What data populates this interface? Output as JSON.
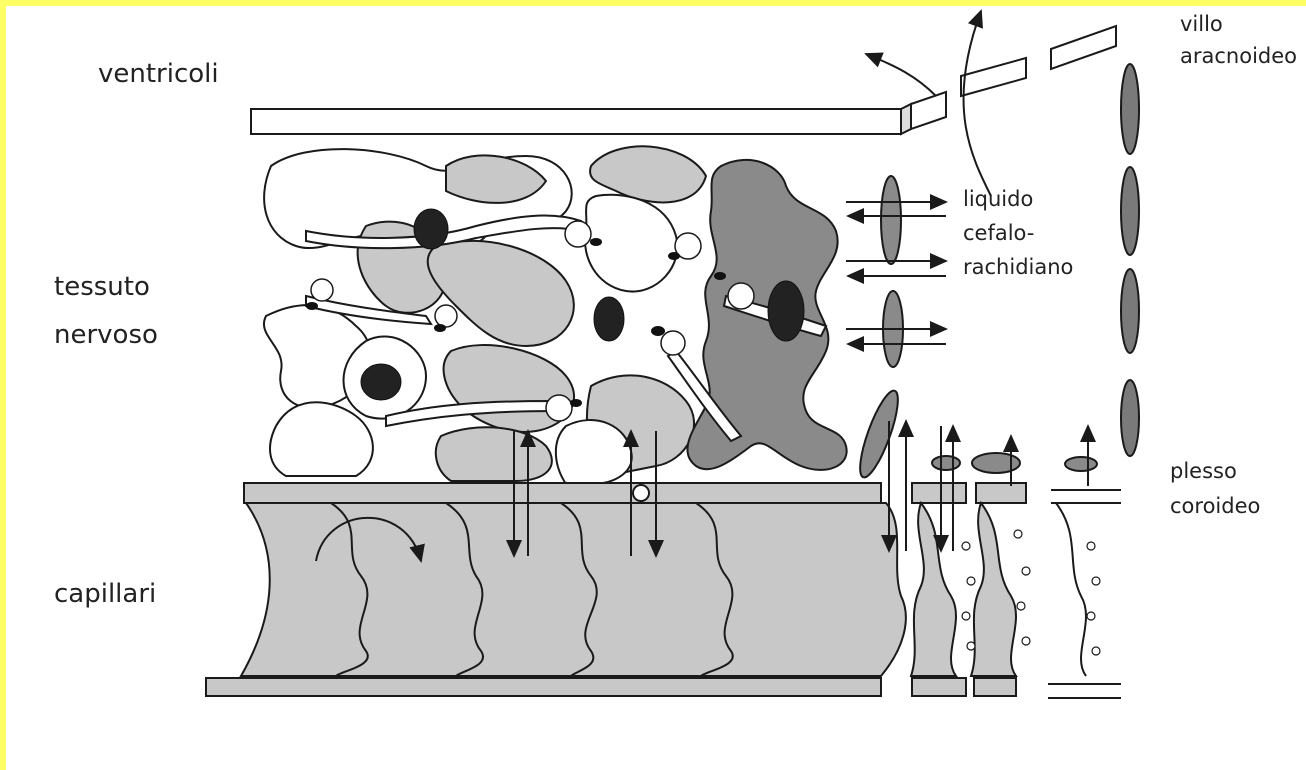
{
  "labels": {
    "ventricoli": "ventricoli",
    "tessuto": "tessuto",
    "nervoso": "nervoso",
    "capillari": "capillari",
    "villo": "villo",
    "aracnoideo": "aracnoideo",
    "liquido": "liquido",
    "cefalo": "cefalo-",
    "rachidiano": "rachidiano",
    "plesso": "plesso",
    "coroideo": "coroideo"
  },
  "colors": {
    "frame": "#ffff66",
    "tissue_gray": "#c8c8c8",
    "dark_cell": "#8a8a8a",
    "nucleus": "#222222",
    "outline": "#1a1a1a"
  }
}
